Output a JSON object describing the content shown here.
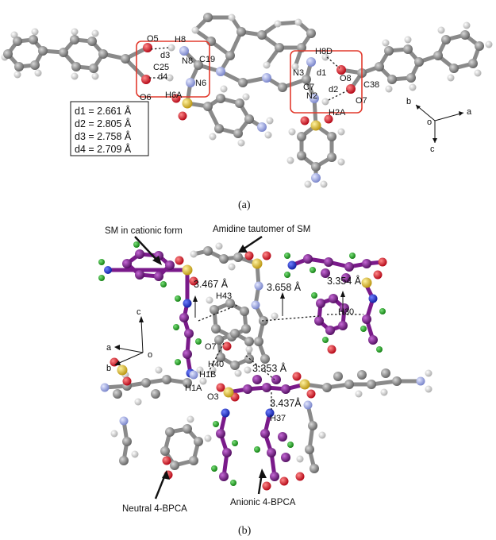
{
  "panel_a": {
    "caption": "(a)",
    "atom_labels": {
      "O5": "O5",
      "H8": "H8",
      "d3": "d3",
      "N8": "N8",
      "C19": "C19",
      "C25": "C25",
      "d4": "d4",
      "N6": "N6",
      "O6": "O6",
      "H6A": "H6A",
      "H8D": "H8D",
      "N3": "N3",
      "d1": "d1",
      "O8": "O8",
      "C7": "C7",
      "C38": "C38",
      "N2": "N2",
      "d2": "d2",
      "O7": "O7",
      "H2A": "H2A"
    },
    "distances": [
      "d1 = 2.661 Å",
      "d2 = 2.805 Å",
      "d3 = 2.758 Å",
      "d4 = 2.709 Å"
    ],
    "axes": {
      "a": "a",
      "b": "b",
      "c": "c",
      "o": "o"
    }
  },
  "panel_b": {
    "caption": "(b)",
    "annotations": {
      "sm_cationic": "SM in cationic form",
      "amidine": "Amidine tautomer of SM",
      "neutral": "Neutral 4-BPCA",
      "anionic": "Anionic 4-BPCA"
    },
    "distances": {
      "d_3467": "3.467 Å",
      "d_3658": "3.658 Å",
      "d_3354": "3.354 Å",
      "d_3353": "3.353 Å",
      "d_3437": "3.437Å"
    },
    "atom_labels": {
      "H43": "H43",
      "H30": "H30",
      "O7": "O7",
      "H40": "H40",
      "H1B": "H1B",
      "H1A": "H1A",
      "O3": "O3",
      "H37": "H37"
    },
    "axes": {
      "c": "c",
      "a": "a",
      "b": "b",
      "o": "o"
    }
  },
  "colors": {
    "carbon": "#8c8c8c",
    "hydrogen": "#e6e6e6",
    "oxygen": "#e0141e",
    "nitrogen": "#9aa6e8",
    "nitrogen_dark": "#1d2fd6",
    "sulfur": "#e6c21e",
    "purple_carbon": "#7a1a8a",
    "green_h": "#17a317",
    "highlight_box": "#e23b2e"
  }
}
